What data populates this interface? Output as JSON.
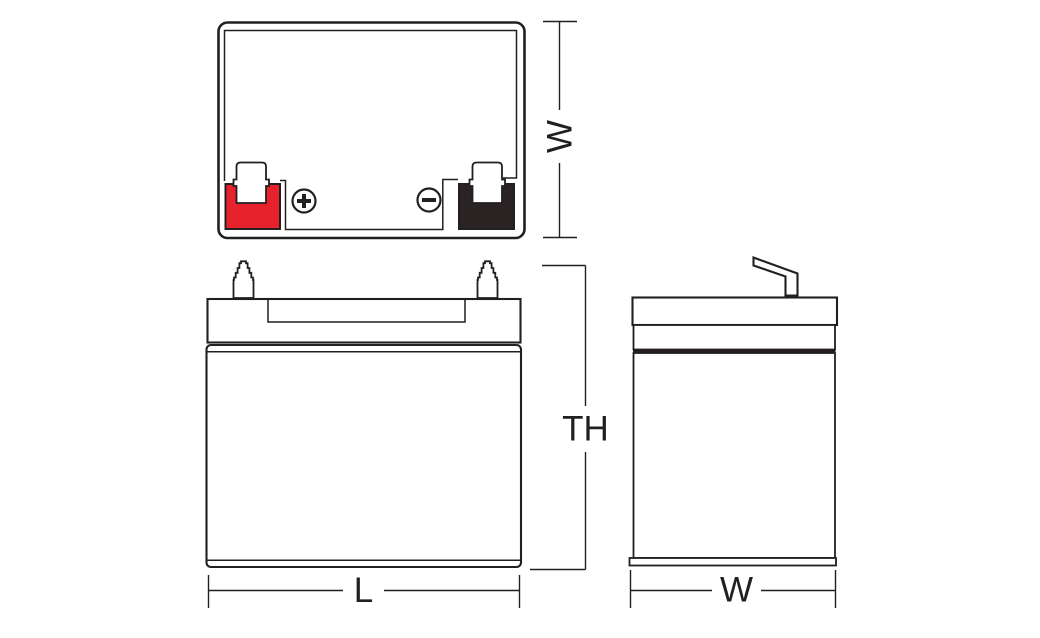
{
  "labels": {
    "top_view_width": "W",
    "front_view_height": "TH",
    "front_view_length": "L",
    "side_view_width": "W"
  },
  "symbols": {
    "positive": "+",
    "negative": "−"
  },
  "colors": {
    "positive_terminal": "#E8222D",
    "negative_terminal": "#292324",
    "line": "#231F20",
    "background": "#FFFFFF"
  }
}
